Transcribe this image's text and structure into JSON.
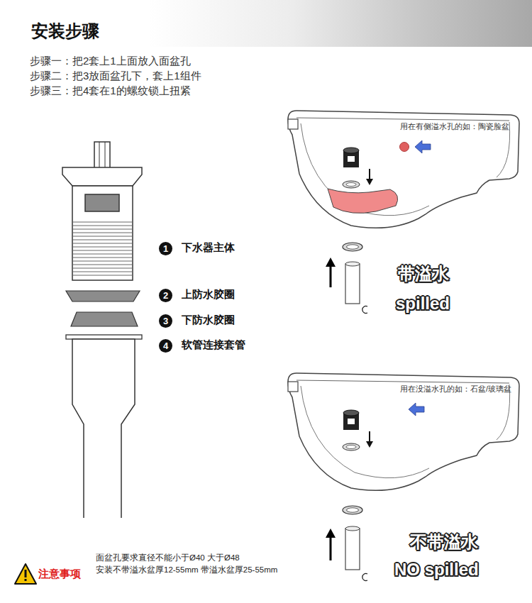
{
  "diagram": {
    "title": "安装步骤",
    "nodes": [
      {
        "text": [
          "用在有侧溢水孔的如：陶瓷脸盆"
        ]
      },
      {
        "text": [
          "用在没溢水孔的如：石盆/玻璃盆"
        ]
      }
    ],
    "labels": [
      "步骤一：把2套上1上面放入面盆孔",
      "步骤二：把3放面盆孔下，套上1组件",
      "步骤三：把4套在1的螺纹锁上扭紧",
      "1",
      "下水器主体",
      "2",
      "上防水胶圈",
      "3",
      "下防水胶圈",
      "4",
      "软管连接套管",
      "带溢水",
      "spilled",
      "不带溢水",
      "NO spilled",
      "注意事项",
      "面盆孔要求直径不能小于Ø40 大于Ø48",
      "安装不带溢水盆厚12-55mm 带溢水盆厚25-55mm"
    ]
  }
}
